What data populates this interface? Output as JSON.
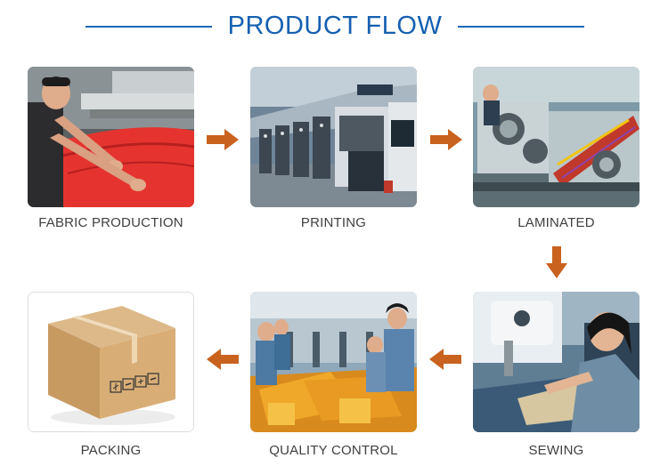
{
  "header": {
    "title": "PRODUCT FLOW"
  },
  "steps": [
    {
      "label": "FABRIC PRODUCTION"
    },
    {
      "label": "PRINTING"
    },
    {
      "label": "LAMINATED"
    },
    {
      "label": "SEWING"
    },
    {
      "label": "QUALITY CONTROL"
    },
    {
      "label": "PACKING"
    }
  ],
  "colors": {
    "title": "#1560b0",
    "rule": "#1d69b4",
    "arrow": "#c8621e",
    "caption": "#404040"
  },
  "arrows": [
    {
      "direction": "right"
    },
    {
      "direction": "right"
    },
    {
      "direction": "down"
    },
    {
      "direction": "left"
    },
    {
      "direction": "left"
    }
  ]
}
